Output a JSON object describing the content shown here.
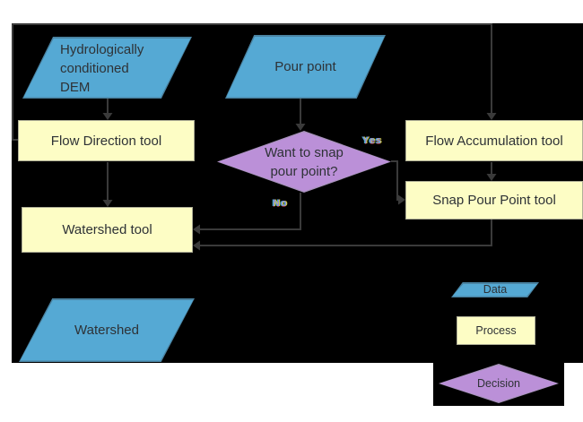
{
  "diagram": {
    "nodes": {
      "dem": {
        "lines": [
          "Hydrologically",
          "conditioned",
          "DEM"
        ]
      },
      "pour_point": {
        "label": "Pour point"
      },
      "flow_direction": {
        "label": "Flow Direction tool"
      },
      "flow_accumulation": {
        "label": "Flow Accumulation tool"
      },
      "snap_pour_point": {
        "label": "Snap Pour Point tool"
      },
      "watershed_tool": {
        "label": "Watershed tool"
      },
      "watershed_output": {
        "label": "Watershed"
      },
      "snap_decision": {
        "lines": [
          "Want to snap",
          "pour point?"
        ]
      }
    },
    "edge_labels": {
      "yes": "Yes",
      "no": "No"
    },
    "legend": {
      "data": "Data",
      "process": "Process",
      "decision": "Decision"
    }
  },
  "colors": {
    "page_bg": "#ffffff",
    "canvas_bg": "#000000",
    "data_fill": "#55A9D4",
    "data_border": "#4A83A2",
    "process_fill": "#FDFDC5",
    "process_border": "#AFAF97",
    "decision_fill": "#BB90D8",
    "decision_border": "#A893BC",
    "connector": "#3A3A3A",
    "node_text": "#2E3236"
  }
}
